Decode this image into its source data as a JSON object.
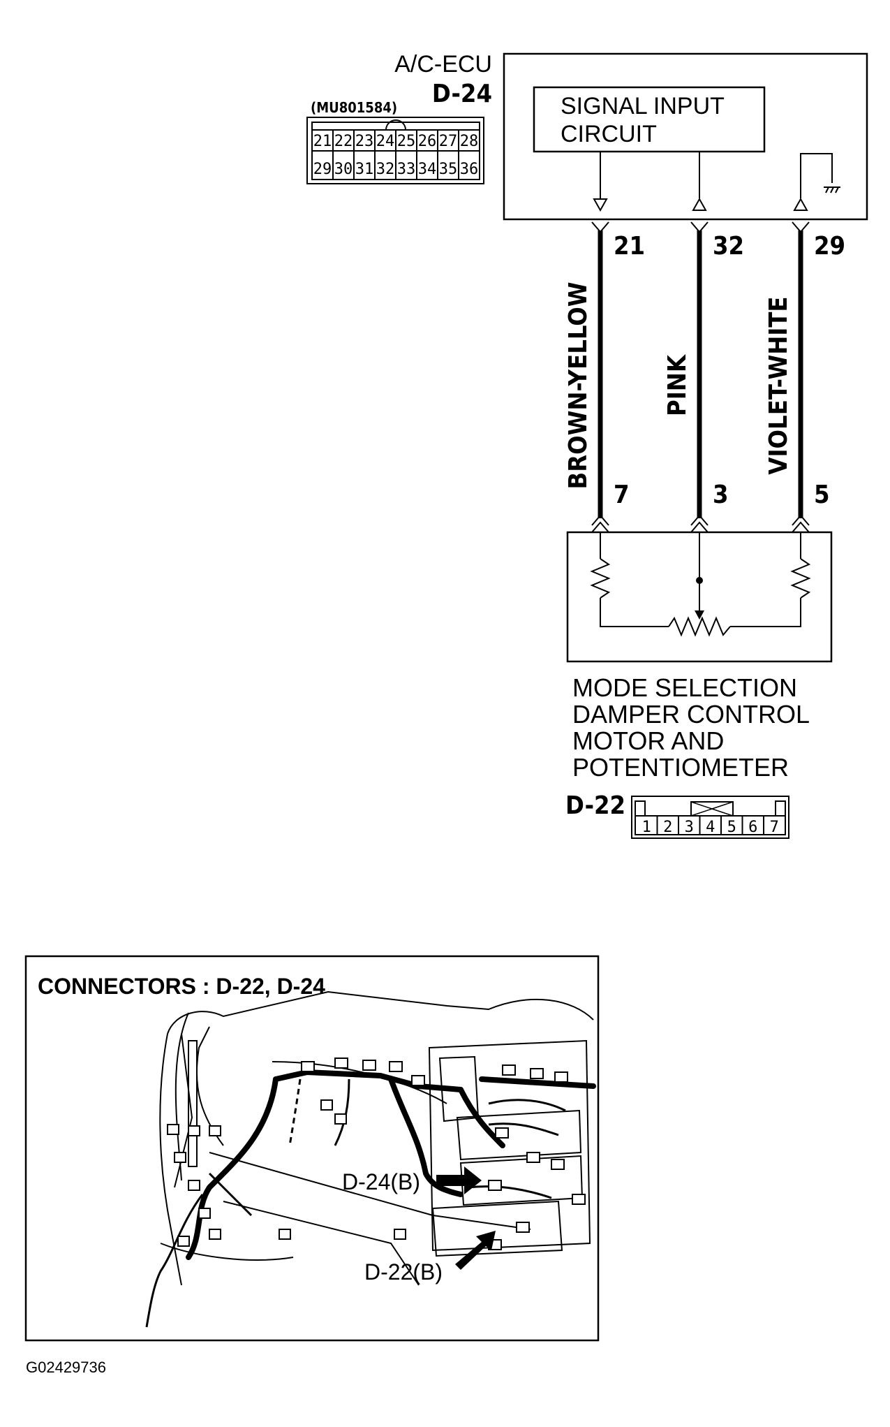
{
  "ecu": {
    "name": "A/C-ECU",
    "connector_id": "D-24",
    "part_number": "(MU801584)",
    "pins_row1": [
      "21",
      "22",
      "23",
      "24",
      "25",
      "26",
      "27",
      "28"
    ],
    "pins_row2": [
      "29",
      "30",
      "31",
      "32",
      "33",
      "34",
      "35",
      "36"
    ],
    "circuit_line1": "SIGNAL INPUT",
    "circuit_line2": "CIRCUIT"
  },
  "wires": [
    {
      "ecu_pin": "21",
      "color_name": "BROWN-YELLOW",
      "motor_pin": "7"
    },
    {
      "ecu_pin": "32",
      "color_name": "PINK",
      "motor_pin": "3"
    },
    {
      "ecu_pin": "29",
      "color_name": "VIOLET-WHITE",
      "motor_pin": "5"
    }
  ],
  "motor": {
    "title_lines": [
      "MODE SELECTION",
      "DAMPER CONTROL",
      "MOTOR AND",
      "POTENTIOMETER"
    ],
    "connector_id": "D-22",
    "pins": [
      "1",
      "2",
      "3",
      "4",
      "5",
      "6",
      "7"
    ]
  },
  "locator": {
    "title": "CONNECTORS : D-22, D-24",
    "callout_d24": "D-24(B)",
    "callout_d22": "D-22(B)"
  },
  "figure_code": "G02429736"
}
